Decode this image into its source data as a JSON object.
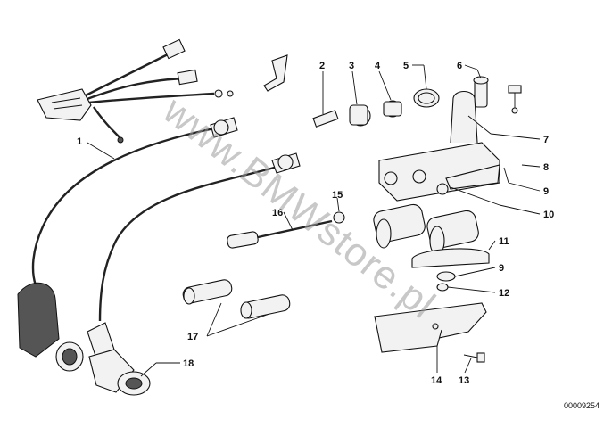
{
  "diagram": {
    "watermark": "www.BMWstore.pl",
    "reference_number": "00009254",
    "callouts": [
      {
        "id": "c1",
        "label": "1"
      },
      {
        "id": "c2",
        "label": "2"
      },
      {
        "id": "c3",
        "label": "3"
      },
      {
        "id": "c4",
        "label": "4"
      },
      {
        "id": "c5",
        "label": "5"
      },
      {
        "id": "c6",
        "label": "6"
      },
      {
        "id": "c7",
        "label": "7"
      },
      {
        "id": "c8",
        "label": "8"
      },
      {
        "id": "c9a",
        "label": "9"
      },
      {
        "id": "c10",
        "label": "10"
      },
      {
        "id": "c11",
        "label": "11"
      },
      {
        "id": "c9b",
        "label": "9"
      },
      {
        "id": "c12",
        "label": "12"
      },
      {
        "id": "c13",
        "label": "13"
      },
      {
        "id": "c14",
        "label": "14"
      },
      {
        "id": "c15",
        "label": "15"
      },
      {
        "id": "c16",
        "label": "16"
      },
      {
        "id": "c17",
        "label": "17"
      },
      {
        "id": "c18",
        "label": "18"
      }
    ]
  }
}
